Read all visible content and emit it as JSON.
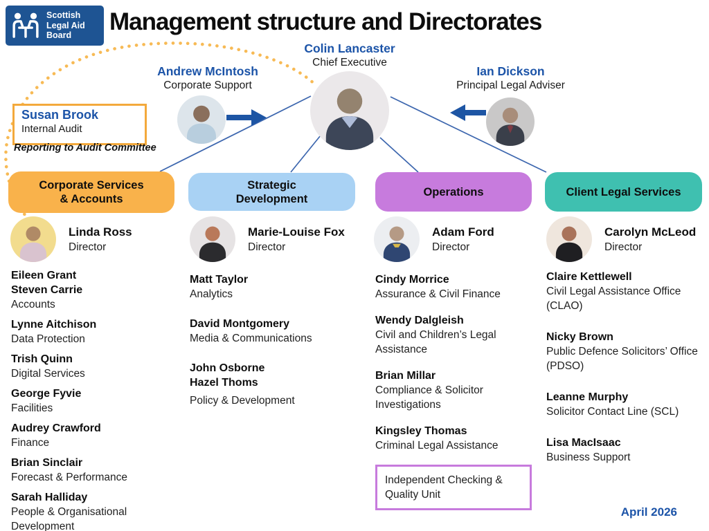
{
  "logo": {
    "text": "Scottish\nLegal Aid\nBoard",
    "bg_color": "#1E5493"
  },
  "header": {
    "title": "Management structure and Directorates"
  },
  "footer": {
    "date": "April 2026"
  },
  "colors": {
    "name_blue": "#1C54A8",
    "arrow_blue": "#1D55A4",
    "connector_blue": "#3C66AE",
    "audit_border_orange": "#F3A93C",
    "dotted_arc_orange": "#F7BA55",
    "pill_corporate": "#F9B24B",
    "pill_strategic": "#A9D2F4",
    "pill_operations": "#C77BDD",
    "pill_client": "#3FC0B0",
    "unit_box_border": "#C77BDD",
    "logo_blue": "#1E5493"
  },
  "executive": {
    "chief": {
      "name": "Colin Lancaster",
      "role": "Chief Executive"
    },
    "corporate_support": {
      "name": "Andrew McIntosh",
      "role": "Corporate Support"
    },
    "legal_adviser": {
      "name": "Ian Dickson",
      "role": "Principal Legal Adviser"
    },
    "internal_audit": {
      "name": "Susan Brook",
      "role": "Internal Audit",
      "note": "Reporting to Audit Committee"
    }
  },
  "directorates": [
    {
      "label": "Corporate Services\n& Accounts",
      "color": "#F9B24B",
      "director": {
        "name": "Linda Ross",
        "role": "Director"
      },
      "teams": [
        {
          "names": "Eileen Grant\nSteven Carrie",
          "area": "Accounts"
        },
        {
          "names": "Lynne Aitchison",
          "area": "Data Protection"
        },
        {
          "names": "Trish Quinn",
          "area": "Digital Services"
        },
        {
          "names": "George Fyvie",
          "area": "Facilities"
        },
        {
          "names": "Audrey Crawford",
          "area": "Finance"
        },
        {
          "names": "Brian Sinclair",
          "area": "Forecast & Performance"
        },
        {
          "names": "Sarah Halliday",
          "area": "People & Organisational Development"
        }
      ]
    },
    {
      "label": "Strategic\nDevelopment",
      "color": "#A9D2F4",
      "director": {
        "name": "Marie-Louise Fox",
        "role": "Director"
      },
      "teams": [
        {
          "names": "Matt Taylor",
          "area": "Analytics"
        },
        {
          "names": "David Montgomery",
          "area": "Media & Communications"
        },
        {
          "names": "John Osborne\nHazel Thoms",
          "area": "Policy & Development"
        }
      ]
    },
    {
      "label": "Operations",
      "color": "#C77BDD",
      "director": {
        "name": "Adam Ford",
        "role": "Director"
      },
      "teams": [
        {
          "names": "Cindy Morrice",
          "area": "Assurance & Civil Finance"
        },
        {
          "names": "Wendy Dalgleish",
          "area": "Civil and Children’s Legal Assistance"
        },
        {
          "names": "Brian Millar",
          "area": "Compliance & Solicitor Investigations"
        },
        {
          "names": "Kingsley Thomas",
          "area": "Criminal Legal Assistance"
        }
      ],
      "extra_unit": "Independent Checking & Quality Unit"
    },
    {
      "label": "Client Legal Services",
      "color": "#3FC0B0",
      "director": {
        "name": "Carolyn McLeod",
        "role": "Director"
      },
      "teams": [
        {
          "names": "Claire Kettlewell",
          "area": "Civil Legal Assistance Office (CLAO)"
        },
        {
          "names": "Nicky Brown",
          "area": "Public Defence Solicitors’ Office (PDSO)"
        },
        {
          "names": "Leanne Murphy",
          "area": "Solicitor Contact Line (SCL)"
        },
        {
          "names": "Lisa MacIsaac",
          "area": "Business Support"
        }
      ]
    }
  ]
}
